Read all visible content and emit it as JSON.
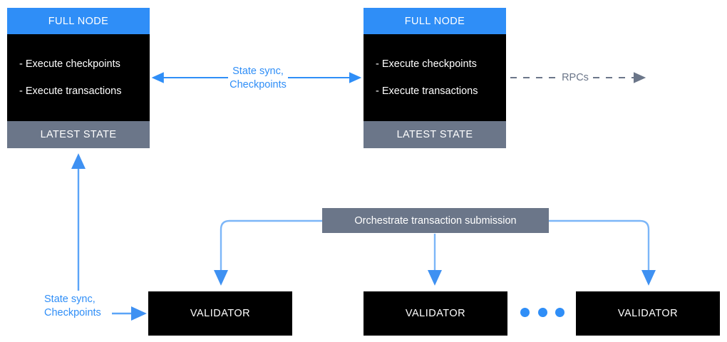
{
  "diagram": {
    "title": "Sui full node / validator network topology",
    "background": "#ffffff",
    "colors": {
      "blue": "#2f8ef7",
      "grey": "#6b7689",
      "black": "#000000",
      "white": "#ffffff",
      "dashed_grey": "#6b7689"
    }
  },
  "full_nodes": [
    {
      "header": "FULL NODE",
      "bullets": [
        "- Execute checkpoints",
        "- Execute transactions"
      ],
      "footer": "LATEST STATE"
    },
    {
      "header": "FULL NODE",
      "bullets": [
        "- Execute checkpoints",
        "- Execute transactions"
      ],
      "footer": "LATEST STATE"
    }
  ],
  "orchestrate": {
    "label": "Orchestrate transaction submission"
  },
  "validators": [
    {
      "label": "VALIDATOR"
    },
    {
      "label": "VALIDATOR"
    },
    {
      "label": "VALIDATOR"
    }
  ],
  "ellipsis": {
    "count": 3,
    "meaning": "more validators"
  },
  "edges": {
    "state_sync_between_nodes": {
      "label_line1": "State sync,",
      "label_line2": "Checkpoints",
      "direction": "bidirectional",
      "style": "solid",
      "color": "#2f8ef7"
    },
    "rpcs": {
      "label": "RPCs",
      "direction": "outbound",
      "style": "dashed",
      "color": "#6b7689"
    },
    "state_sync_from_validator": {
      "label_line1": "State sync,",
      "label_line2": "Checkpoints",
      "direction": "unidirectional",
      "style": "solid",
      "color": "#2f8ef7"
    }
  }
}
